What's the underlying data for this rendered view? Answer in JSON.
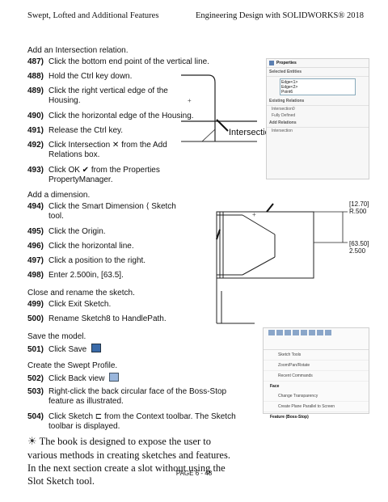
{
  "header": {
    "left": "Swept, Lofted and Additional Features",
    "right": "Engineering Design with SOLIDWORKS® 2018"
  },
  "sections": {
    "intersection": "Add an Intersection relation.",
    "dimension": "Add a dimension.",
    "close": "Close and rename the sketch.",
    "save": "Save the model.",
    "swept": "Create the Swept Profile."
  },
  "steps": [
    {
      "n": "487)",
      "text": "Click the bottom end point of the vertical line."
    },
    {
      "n": "488)",
      "text": "Hold the Ctrl key down."
    },
    {
      "n": "489)",
      "text": "Click the right vertical edge of the",
      "text2": "Housing."
    },
    {
      "n": "490)",
      "text": "Click the horizontal edge of the Housing."
    },
    {
      "n": "491)",
      "text": "Release the Ctrl key."
    },
    {
      "n": "492)",
      "text": "Click Intersection ✕ from the Add",
      "text2": "Relations box."
    },
    {
      "n": "493)",
      "text": "Click OK ✔ from the Properties",
      "text2": "PropertyManager."
    },
    {
      "n": "494)",
      "text": "Click the Smart Dimension ⟨ Sketch",
      "text2": "tool."
    },
    {
      "n": "495)",
      "text": "Click the Origin."
    },
    {
      "n": "496)",
      "text": "Click the horizontal line."
    },
    {
      "n": "497)",
      "text": "Click a position to the right."
    },
    {
      "n": "498)",
      "text": "Enter 2.500in, [63.5]."
    },
    {
      "n": "499)",
      "text": "Click Exit Sketch."
    },
    {
      "n": "500)",
      "text": "Rename Sketch8 to HandlePath."
    },
    {
      "n": "501)",
      "text": "Click Save"
    },
    {
      "n": "502)",
      "text": "Click Back view"
    },
    {
      "n": "503)",
      "text": "Right-click the back circular face of the Boss-Stop",
      "text2": "feature as illustrated."
    },
    {
      "n": "504)",
      "text": "Click Sketch ⊏ from the Context toolbar. The Sketch",
      "text2": "toolbar is displayed."
    }
  ],
  "tip": "The book is designed to expose the user to various methods in creating sketches and features. In the next section create a slot without using the Slot Sketch tool.",
  "tip_bold": "without using",
  "labels": {
    "intersection": "Intersection",
    "dim_top": "[12.70]",
    "dim_top2": "R.500",
    "dim_right": "[63.50]",
    "dim_right2": "2.500"
  },
  "pm": {
    "title": "Properties",
    "selected": "Selected Entities",
    "entities": [
      "Edge<1>",
      "Edge<2>",
      "Point6"
    ],
    "existing": "Existing Relations",
    "existing_item": "Intersection0",
    "fully": "Fully Defined",
    "add": "Add Relations",
    "add_item": "Intersection"
  },
  "cm": {
    "sketch_tools": "Sketch Tools",
    "zoom": "Zoom/Pan/Rotate",
    "recent": "Recent Commands",
    "face": "Face",
    "transparency": "Change Transparency",
    "plane": "Create Plane Parallel to Screen",
    "feature": "Feature (Boss-Stop)"
  },
  "footer": "PAGE 6 - 48"
}
